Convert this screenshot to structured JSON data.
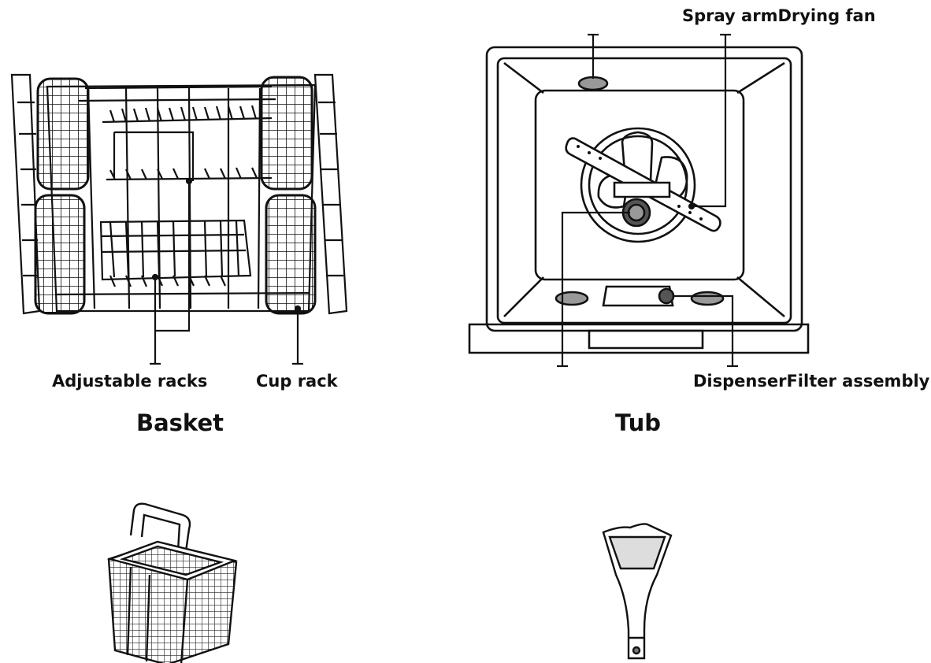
{
  "labels": {
    "spray_arm": "Spray arm",
    "drying_fan": "Drying fan",
    "adjustable_racks": "Adjustable racks",
    "cup_rack": "Cup rack",
    "dispenser": "Dispenser",
    "filter_assembly": "Filter assembly"
  },
  "captions": {
    "basket": "Basket",
    "tub": "Tub"
  }
}
